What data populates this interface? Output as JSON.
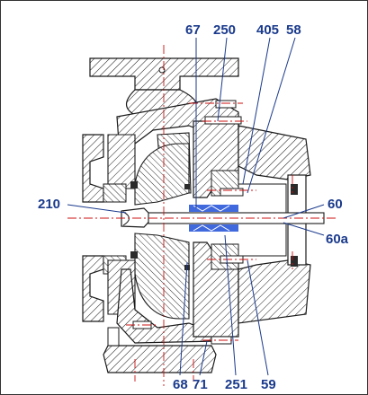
{
  "callouts": {
    "c67": "67",
    "c250": "250",
    "c405": "405",
    "c58": "58",
    "c210": "210",
    "c60": "60",
    "c60a": "60a",
    "c68": "68",
    "c71": "71",
    "c251": "251",
    "c59": "59"
  },
  "colors": {
    "hatch_outline": "#1a1a1a",
    "callout_text": "#1a3a8c",
    "leader_lines": "#1a3a8c",
    "center_lines": "#cc1111",
    "shaft_blue": "#1e4fd8",
    "background": "#ffffff"
  }
}
